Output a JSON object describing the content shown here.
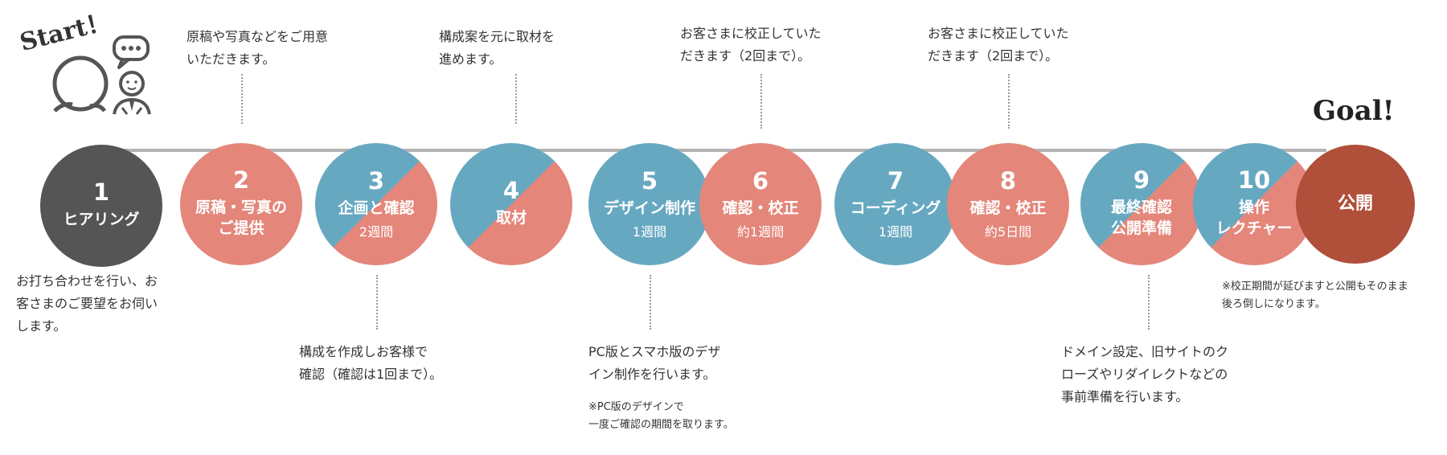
{
  "start_label": "Start！",
  "goal_label": "Goal!",
  "steps": [
    {
      "num": "1",
      "label": "ヒアリング",
      "label2": "",
      "duration": ""
    },
    {
      "num": "2",
      "label": "原稿・写真の",
      "label2": "ご提供",
      "duration": ""
    },
    {
      "num": "3",
      "label": "企画と確認",
      "label2": "",
      "duration": "2週間"
    },
    {
      "num": "4",
      "label": "取材",
      "label2": "",
      "duration": ""
    },
    {
      "num": "5",
      "label": "デザイン制作",
      "label2": "",
      "duration": "1週間"
    },
    {
      "num": "6",
      "label": "確認・校正",
      "label2": "",
      "duration": "約1週間"
    },
    {
      "num": "7",
      "label": "コーディング",
      "label2": "",
      "duration": "1週間"
    },
    {
      "num": "8",
      "label": "確認・校正",
      "label2": "",
      "duration": "約5日間"
    },
    {
      "num": "9",
      "label": "最終確認",
      "label2": "公開準備",
      "duration": ""
    },
    {
      "num": "10",
      "label": "操作",
      "label2": "レクチャー",
      "duration": ""
    }
  ],
  "goal_circle_label": "公開",
  "notes": {
    "n1": [
      "お打ち合わせを行い、お",
      "客さまのご要望をお伺い",
      "します。"
    ],
    "n2": [
      "原稿や写真などをご用意",
      "いただきます。"
    ],
    "n3": [
      "構成を作成しお客様で",
      "確認（確認は1回まで）。"
    ],
    "n4": [
      "構成案を元に取材を",
      "進めます。"
    ],
    "n5": [
      "PC版とスマホ版のデザ",
      "イン制作を行います。"
    ],
    "n5b": [
      "※PC版のデザインで",
      "一度ご確認の期間を取ります。"
    ],
    "n6": [
      "お客さまに校正していた",
      "だきます（2回まで）。"
    ],
    "n8": [
      "お客さまに校正していた",
      "だきます（2回まで）。"
    ],
    "n9": [
      "ドメイン設定、旧サイトのク",
      "ローズやリダイレクトなどの",
      "事前準備を行います。"
    ],
    "ngoal": [
      "※校正期間が延びますと公開もそのまま",
      "後ろ倒しになります。"
    ]
  },
  "colors": {
    "dark": "#555555",
    "pink": "#e4867a",
    "blue": "#67a8c1",
    "goal": "#b04f3a",
    "line": "#b3b3b3"
  },
  "icons": [
    "speech-bubble-icon",
    "people-icon"
  ]
}
